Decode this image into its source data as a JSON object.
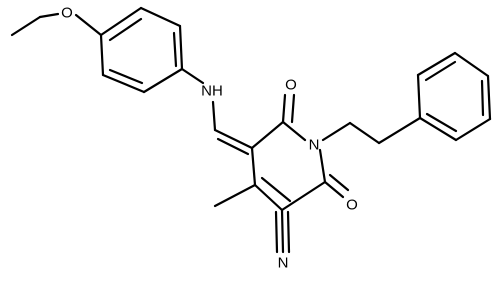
{
  "structure": {
    "atom_labels": {
      "ether_oxygen": "O",
      "amine_nh": "NH",
      "ring_nitrogen": "N",
      "carbonyl_oxygen_top": "O",
      "carbonyl_oxygen_right": "O",
      "nitrile_nitrogen": "N"
    }
  },
  "colors": {
    "bond": "#000000",
    "label": "#000000",
    "background": "#ffffff"
  }
}
